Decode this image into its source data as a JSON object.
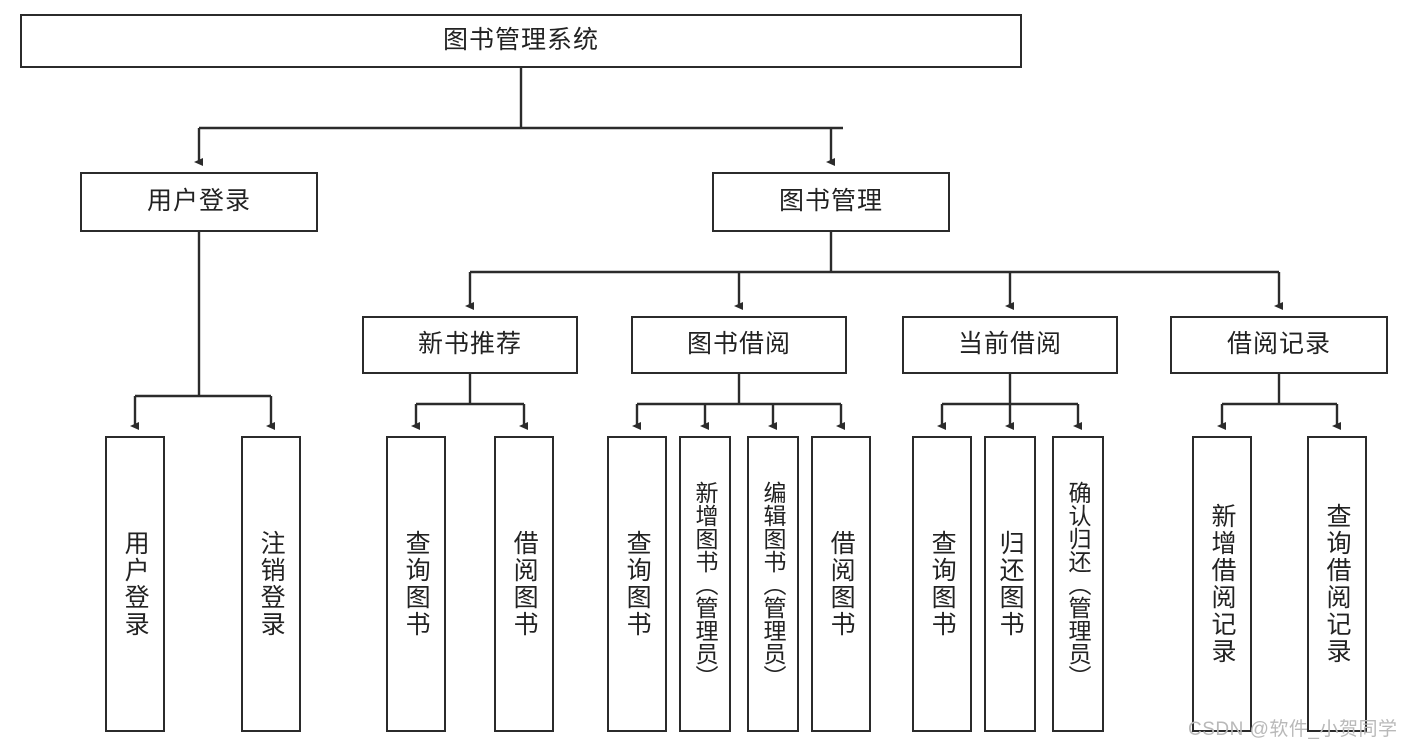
{
  "diagram": {
    "type": "tree",
    "title_node": {
      "id": "root",
      "label": "图书管理系统"
    },
    "levels": [
      {
        "level": 1,
        "nodes": [
          {
            "id": "root",
            "label": "图书管理系统",
            "orientation": "horizontal"
          }
        ]
      },
      {
        "level": 2,
        "nodes": [
          {
            "id": "user-login",
            "label": "用户登录",
            "orientation": "horizontal",
            "parent": "root"
          },
          {
            "id": "book-manage",
            "label": "图书管理",
            "orientation": "horizontal",
            "parent": "root"
          }
        ]
      },
      {
        "level": 3,
        "nodes": [
          {
            "id": "new-book-rec",
            "label": "新书推荐",
            "orientation": "horizontal",
            "parent": "book-manage"
          },
          {
            "id": "book-borrow",
            "label": "图书借阅",
            "orientation": "horizontal",
            "parent": "book-manage"
          },
          {
            "id": "current-borrow",
            "label": "当前借阅",
            "orientation": "horizontal",
            "parent": "book-manage"
          },
          {
            "id": "borrow-record",
            "label": "借阅记录",
            "orientation": "horizontal",
            "parent": "book-manage"
          }
        ]
      },
      {
        "level": 4,
        "nodes": [
          {
            "id": "leaf-user-login",
            "label": "用户登录",
            "orientation": "vertical",
            "parent": "user-login"
          },
          {
            "id": "leaf-logout",
            "label": "注销登录",
            "orientation": "vertical",
            "parent": "user-login"
          },
          {
            "id": "leaf-query-book-1",
            "label": "查询图书",
            "orientation": "vertical",
            "parent": "new-book-rec"
          },
          {
            "id": "leaf-borrow-book-1",
            "label": "借阅图书",
            "orientation": "vertical",
            "parent": "new-book-rec"
          },
          {
            "id": "leaf-query-book-2",
            "label": "查询图书",
            "orientation": "vertical",
            "parent": "book-borrow"
          },
          {
            "id": "leaf-add-book",
            "label": "新增图书（管理员）",
            "orientation": "vertical",
            "parent": "book-borrow"
          },
          {
            "id": "leaf-edit-book",
            "label": "编辑图书（管理员）",
            "orientation": "vertical",
            "parent": "book-borrow"
          },
          {
            "id": "leaf-borrow-book-2",
            "label": "借阅图书",
            "orientation": "vertical",
            "parent": "book-borrow"
          },
          {
            "id": "leaf-query-book-3",
            "label": "查询图书",
            "orientation": "vertical",
            "parent": "current-borrow"
          },
          {
            "id": "leaf-return-book",
            "label": "归还图书",
            "orientation": "vertical",
            "parent": "current-borrow"
          },
          {
            "id": "leaf-confirm-return",
            "label": "确认归还（管理员）",
            "orientation": "vertical",
            "parent": "current-borrow"
          },
          {
            "id": "leaf-add-record",
            "label": "新增借阅记录",
            "orientation": "vertical",
            "parent": "borrow-record"
          },
          {
            "id": "leaf-query-record",
            "label": "查询借阅记录",
            "orientation": "vertical",
            "parent": "borrow-record"
          }
        ]
      }
    ],
    "colors": {
      "border": "#2b2b2b",
      "text": "#222222",
      "background": "#ffffff",
      "connector": "#2b2b2b",
      "watermark": "#b9b9b9"
    }
  },
  "watermark": {
    "text": "CSDN @软件_小贺同学"
  }
}
